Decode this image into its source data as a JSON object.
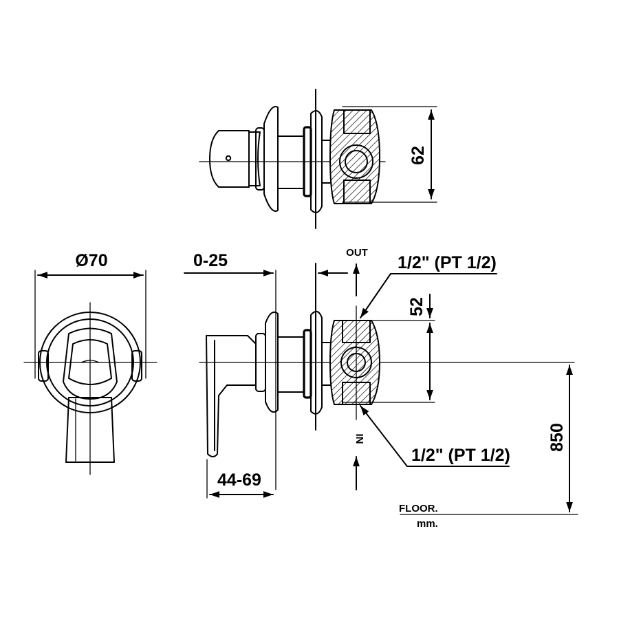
{
  "dimensions": {
    "diameter": "Ø70",
    "height_top_view": "62",
    "wall_range": "0-25",
    "port_spacing": "52",
    "handle_depth": "44-69",
    "height_from_floor": "850"
  },
  "ports": {
    "out_label": "OUT",
    "in_label": "IN",
    "out_thread": "1/2\" (PT 1/2)",
    "in_thread": "1/2\" (PT 1/2)"
  },
  "reference": {
    "floor_label": "FLOOR.",
    "unit_label": "mm."
  }
}
